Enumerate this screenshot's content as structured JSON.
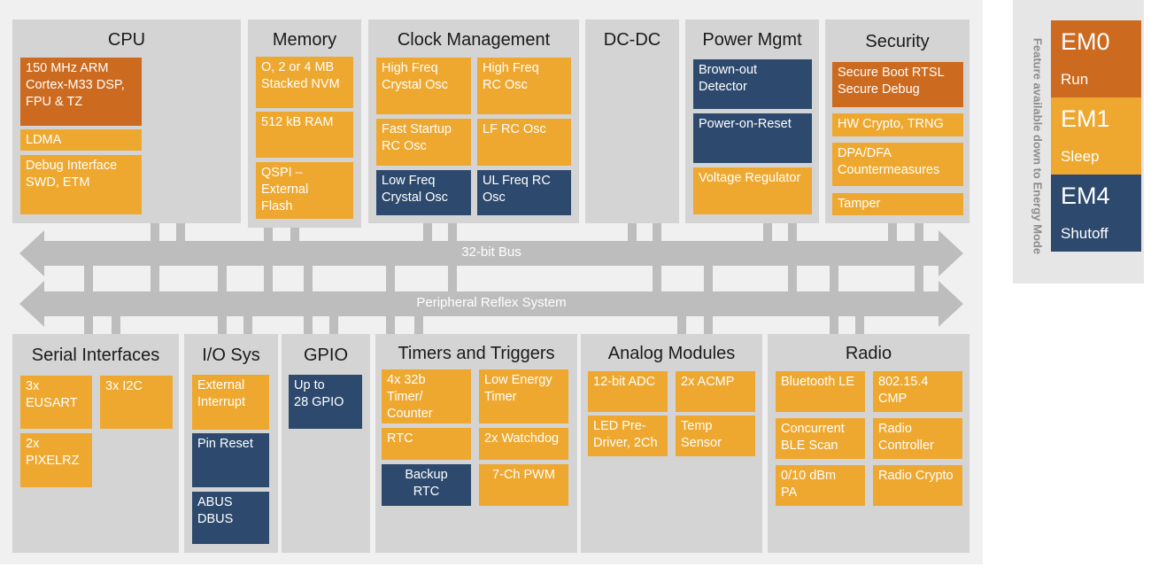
{
  "colors": {
    "em0": "#cc6a1f",
    "em1": "#eea82f",
    "em4": "#2d4a6e",
    "panel": "#d4d4d4",
    "bus": "#bdbdbd"
  },
  "panels": {
    "cpu": {
      "title": "CPU",
      "blocks": [
        "150 MHz ARM\nCortex-M33 DSP,\nFPU & TZ",
        "LDMA",
        "Debug Interface\nSWD, ETM"
      ]
    },
    "memory": {
      "title": "Memory",
      "blocks": [
        "O, 2 or 4 MB\nStacked NVM",
        "512 kB RAM",
        "QSPI –\nExternal\nFlash"
      ]
    },
    "clock": {
      "title": "Clock Management",
      "blocks": [
        "High Freq\nCrystal Osc",
        "High Freq\nRC Osc",
        "Fast Startup\nRC Osc",
        "LF RC Osc",
        "Low Freq\nCrystal Osc",
        "UL Freq RC\nOsc"
      ]
    },
    "dcdc": {
      "title": "DC-DC"
    },
    "power": {
      "title": "Power Mgmt",
      "blocks": [
        "Brown-out\nDetector",
        "Power-on-Reset",
        "Voltage Regulator"
      ]
    },
    "security": {
      "title": "Security",
      "blocks": [
        "Secure Boot RTSL\nSecure Debug",
        "HW Crypto, TRNG",
        "DPA/DFA\nCountermeasures",
        "Tamper"
      ]
    },
    "serial": {
      "title": "Serial Interfaces",
      "blocks": [
        "3x\nEUSART",
        "3x I2C",
        "2x\nPIXELRZ"
      ]
    },
    "io": {
      "title": "I/O Sys",
      "blocks": [
        "External\nInterrupt",
        "Pin Reset",
        "ABUS\nDBUS"
      ]
    },
    "gpio": {
      "title": "GPIO",
      "blocks": [
        "Up to\n28 GPIO"
      ]
    },
    "timers": {
      "title": "Timers and Triggers",
      "blocks": [
        "4x 32b\nTimer/\nCounter",
        "Low Energy\nTimer",
        "RTC",
        "2x Watchdog",
        "Backup\nRTC",
        "7-Ch PWM"
      ]
    },
    "analog": {
      "title": "Analog Modules",
      "blocks": [
        "12-bit ADC",
        "2x ACMP",
        "LED Pre-\nDriver, 2Ch",
        "Temp\nSensor"
      ]
    },
    "radio": {
      "title": "Radio",
      "blocks": [
        "Bluetooth LE",
        "802.15.4\nCMP",
        "Concurrent\nBLE Scan",
        "Radio\nController",
        "0/10 dBm\nPA",
        "Radio Crypto"
      ]
    }
  },
  "buses": {
    "bus32": "32-bit Bus",
    "prs": "Peripheral Reflex System"
  },
  "legend": {
    "caption": "Feature available down to Energy Mode",
    "modes": [
      {
        "code": "EM0",
        "name": "Run"
      },
      {
        "code": "EM1",
        "name": "Sleep"
      },
      {
        "code": "EM4",
        "name": "Shutoff"
      }
    ]
  }
}
